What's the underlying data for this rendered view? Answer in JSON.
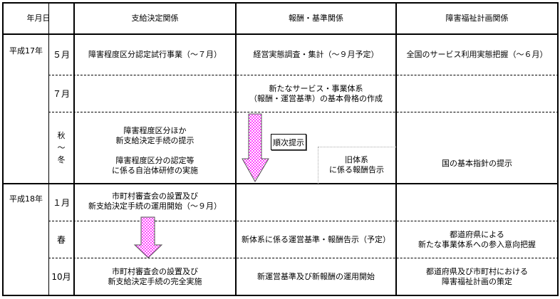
{
  "header": {
    "date": "年月日",
    "col1": "支給決定関係",
    "col2": "報酬・基準関係",
    "col3": "障害福祉計画関係"
  },
  "years": [
    "平成17年",
    "平成18年"
  ],
  "rows": [
    {
      "period": "５月",
      "c1": "障害程度区分認定試行事業（～７月）",
      "c2": "経営実態調査・集計（～９月予定）",
      "c3": "全国のサービス利用実態把握（～６月）"
    },
    {
      "period": "７月",
      "c1": "",
      "c2a": "新たなサービス・事業体系",
      "c2b": "（報酬・運営基準）の基本骨格の作成",
      "c3": ""
    },
    {
      "period": "秋\n～\n冬",
      "c1a": "障害程度区分ほか",
      "c1b": "新支給決定手続の提示",
      "c1c": "障害程度区分の認定等",
      "c1d": "に係る自治体研修の実施",
      "c2_box": "順次提示",
      "c2_old_a": "旧体系",
      "c2_old_b": "に係る報酬告示",
      "c3": "国の基本指針の提示"
    },
    {
      "period": "１月",
      "c1a": "市町村審査会の設置及び",
      "c1b": "新支給決定手続の運用開始（～９月）",
      "c2": "",
      "c3": ""
    },
    {
      "period": "春",
      "c1": "",
      "c2": "新体系に係る運営基準・報酬告示（予定）",
      "c3a": "都道府県による",
      "c3b": "新たな事業体系への参入意向把握"
    },
    {
      "period": "10月",
      "c1a": "市町村審査会の設置及び",
      "c1b": "新支給決定手続の完全実施",
      "c2": "新運営基準及び新報酬の運用開始",
      "c3a": "都道府県及び市町村における",
      "c3b": "障害福祉計画の策定"
    }
  ],
  "colors": {
    "arrow": "#ff66ff"
  }
}
